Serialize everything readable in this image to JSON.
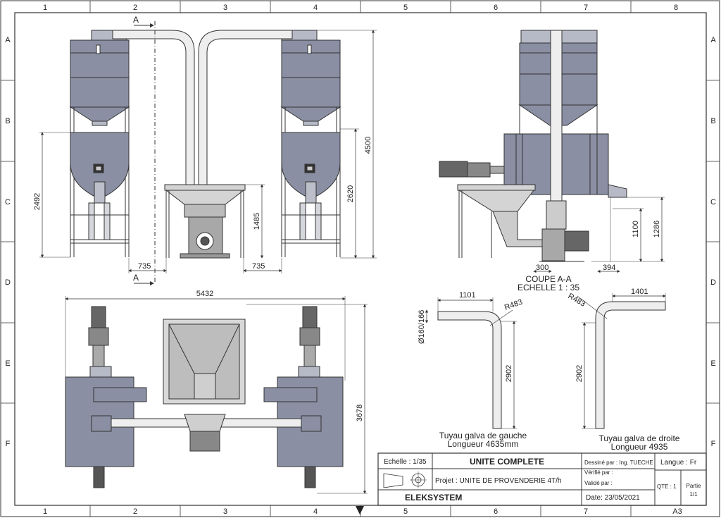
{
  "sheet": {
    "columns": [
      "1",
      "2",
      "3",
      "4",
      "5",
      "6",
      "7",
      "8"
    ],
    "rows": [
      "A",
      "B",
      "C",
      "D",
      "E",
      "F"
    ],
    "format": "A3",
    "bottom_columns": [
      "1",
      "2",
      "3",
      "4",
      "5",
      "6",
      "7"
    ]
  },
  "front_view": {
    "section_marker": "A",
    "dims": {
      "height_left_silo": "2492",
      "height_total": "4500",
      "height_right_silo": "2620",
      "height_hopper": "1485",
      "offset_left": "735",
      "offset_right": "735"
    }
  },
  "section_view": {
    "title": "COUPE A-A",
    "scale": "ECHELLE 1 : 35",
    "dims": {
      "d300": "300",
      "d394": "394",
      "h1100": "1100",
      "h1286": "1286"
    }
  },
  "plan_view": {
    "dims": {
      "width": "5432",
      "depth": "3678"
    }
  },
  "pipe_left": {
    "dims": {
      "horizontal": "1101",
      "radius": "R483",
      "diameter": "Ø160/166",
      "vertical": "2902"
    },
    "caption": "Tuyau galva de gauche",
    "length": "Longueur 4635mm"
  },
  "pipe_right": {
    "dims": {
      "horizontal": "1401",
      "radius": "R483",
      "vertical": "2902"
    },
    "caption": "Tuyau galva de droite",
    "length": "Longueur 4935"
  },
  "title_block": {
    "scale": "Echelle : 1/35",
    "title": "UNITE COMPLETE",
    "project": "Projet : UNITE DE PROVENDERIE 4T/h",
    "company": "ELEKSYSTEM",
    "drawn_by": "Dessiné par : Ing. TUECHE",
    "checked_by": "Vérifié par :",
    "validated_by": "Validé par :",
    "date": "Date: 23/05/2021",
    "language": "Langue : Fr",
    "qty": "QTE : 1",
    "part": "Partie",
    "part_num": "1/1"
  },
  "colors": {
    "steel": "#8a8fa3",
    "steel_light": "#c9cbd3",
    "pipe": "#eeeeee",
    "line": "#333333"
  }
}
